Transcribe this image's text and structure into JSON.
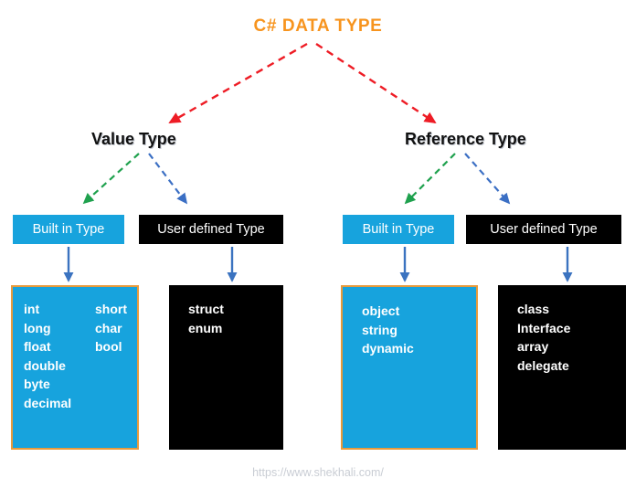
{
  "title": "C# DATA TYPE",
  "colors": {
    "title_orange": "#F7941E",
    "accent_blue": "#17A3DD",
    "box_border_orange": "#E89B3C",
    "black": "#000000",
    "arrow_red": "#EE1C25",
    "arrow_green": "#1FA14E",
    "arrow_blue": "#3B6FC4",
    "arrow_solid_blue": "#3B73C0",
    "footer_gray": "#C9CDD4"
  },
  "branches": {
    "value": {
      "heading": "Value Type",
      "builtin": {
        "label": "Built in Type",
        "column1": [
          "int",
          "long",
          "float",
          "double",
          "byte",
          "decimal"
        ],
        "column2": [
          "short",
          "char",
          "bool"
        ]
      },
      "userdefined": {
        "label": "User defined Type",
        "column1": [
          "struct",
          "enum"
        ],
        "column2": []
      }
    },
    "reference": {
      "heading": "Reference Type",
      "builtin": {
        "label": "Built in Type",
        "column1": [
          "object",
          "string",
          "dynamic"
        ],
        "column2": []
      },
      "userdefined": {
        "label": "User defined Type",
        "column1": [
          "class",
          "Interface",
          "array",
          "delegate"
        ],
        "column2": []
      }
    }
  },
  "footer": {
    "url": "https://www.shekhali.com/"
  }
}
